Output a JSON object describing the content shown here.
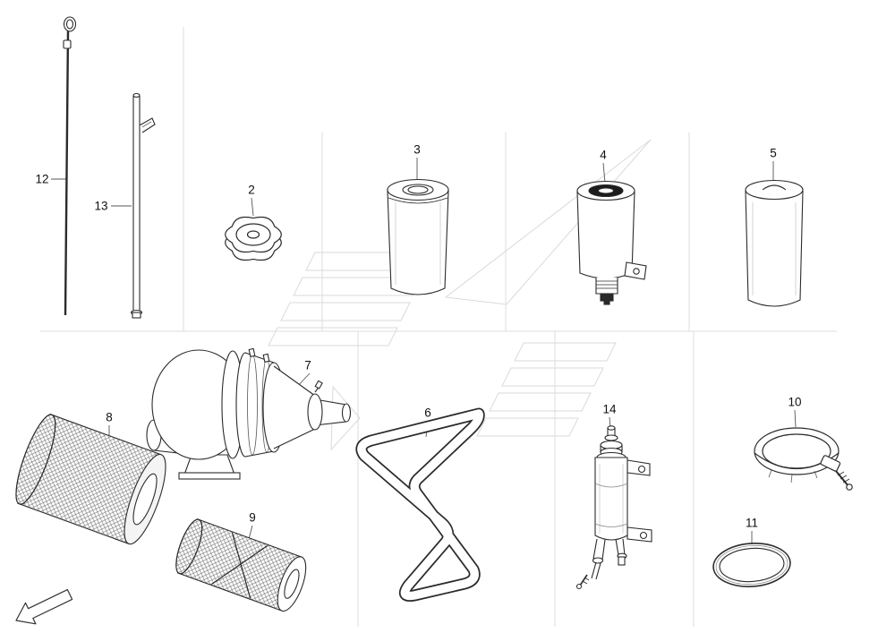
{
  "diagram": {
    "type": "exploded-parts-diagram",
    "callouts": {
      "2": "2",
      "3": "3",
      "4": "4",
      "5": "5",
      "6": "6",
      "7": "7",
      "8": "8",
      "9": "9",
      "10": "10",
      "11": "11",
      "12": "12",
      "13": "13",
      "14": "14"
    },
    "colors": {
      "background": "#ffffff",
      "line": "#2b2b2b",
      "watermark": "#dadada",
      "grid": "#dcdcdc",
      "callout_text": "#101010"
    }
  }
}
